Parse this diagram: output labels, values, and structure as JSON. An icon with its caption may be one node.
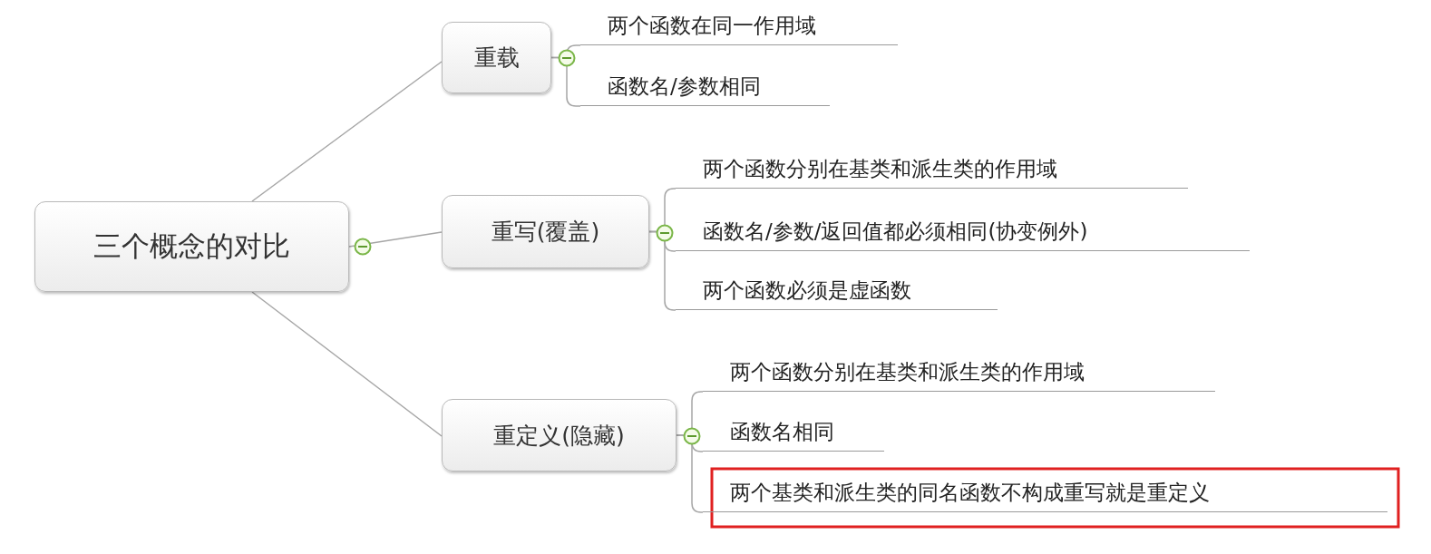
{
  "diagram": {
    "nodes": [
      {
        "text": [
          "三个概念的对比"
        ]
      },
      {
        "text": [
          "重载"
        ]
      },
      {
        "text": [
          "两个函数在同一作用域"
        ]
      },
      {
        "text": [
          "函数名/参数相同"
        ]
      },
      {
        "text": [
          "重写(覆盖)"
        ]
      },
      {
        "text": [
          "两个函数分别在基类和派生类的作用域"
        ]
      },
      {
        "text": [
          "函数名/参数/返回值都必须相同(协变例外)"
        ]
      },
      {
        "text": [
          "两个函数必须是虚函数"
        ]
      },
      {
        "text": [
          "重定义(隐藏)"
        ]
      },
      {
        "text": [
          "两个函数分别在基类和派生类的作用域"
        ]
      },
      {
        "text": [
          "函数名相同"
        ]
      },
      {
        "text": [
          "两个基类和派生类的同名函数不构成重写就是重定义"
        ]
      }
    ],
    "edges": [
      {
        "from": 0,
        "to": 1,
        "arrow": "none"
      },
      {
        "from": 1,
        "to": 2,
        "arrow": "none"
      },
      {
        "from": 1,
        "to": 3,
        "arrow": "none"
      },
      {
        "from": 0,
        "to": 4,
        "arrow": "none"
      },
      {
        "from": 4,
        "to": 5,
        "arrow": "none"
      },
      {
        "from": 4,
        "to": 6,
        "arrow": "none"
      },
      {
        "from": 4,
        "to": 7,
        "arrow": "none"
      },
      {
        "from": 0,
        "to": 8,
        "arrow": "none"
      },
      {
        "from": 8,
        "to": 9,
        "arrow": "none"
      },
      {
        "from": 8,
        "to": 10,
        "arrow": "none"
      },
      {
        "from": 8,
        "to": 11,
        "arrow": "none"
      }
    ]
  }
}
